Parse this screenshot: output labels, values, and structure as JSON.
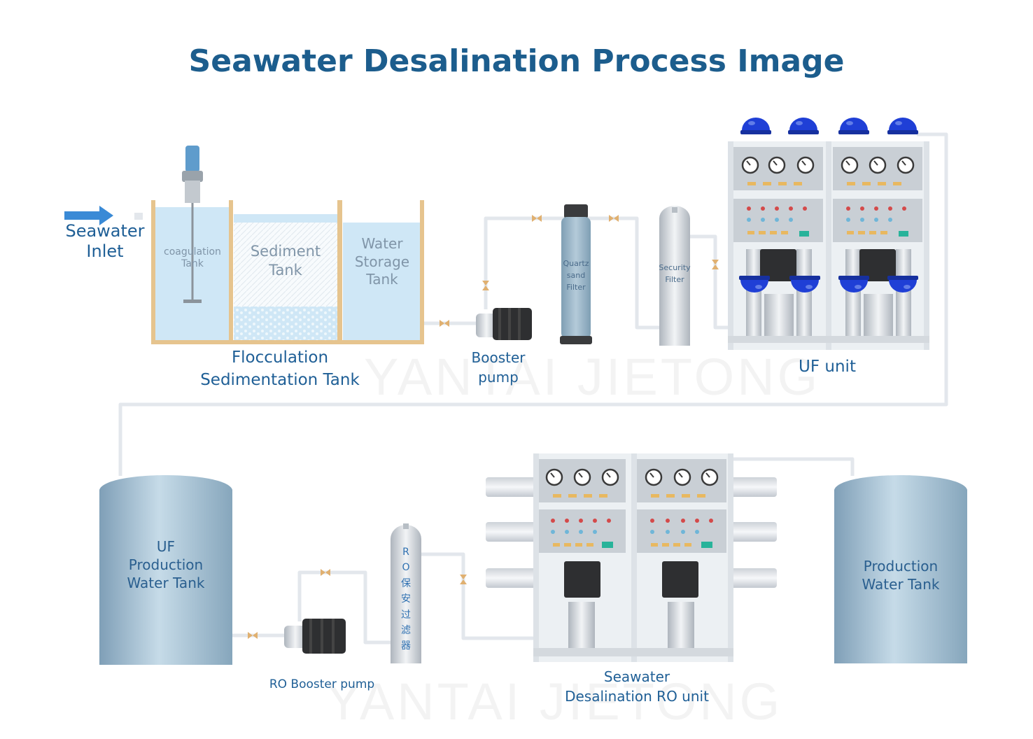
{
  "title": "Seawater Desalination Process Image",
  "watermark": "YANTAI JIETONG",
  "colors": {
    "title": "#1c5d8d",
    "label": "#1f5f96",
    "pipe": "#e3e7ec",
    "flow_arrow": "#3a8ad6",
    "water": "#cfe7f6",
    "tank_rim": "#e6c48e",
    "cap_blue": "#1f3fd6"
  },
  "inlet": {
    "lines": [
      "Seawater",
      "Inlet"
    ],
    "icon": "right-arrow-icon"
  },
  "tanks": {
    "coagulation": {
      "lines": [
        "coagulation",
        "Tank"
      ]
    },
    "sediment": {
      "lines": [
        "Sediment",
        "Tank"
      ]
    },
    "storage": {
      "lines": [
        "Water",
        "Storage",
        "Tank"
      ]
    },
    "group_label": {
      "lines": [
        "Flocculation",
        "Sedimentation Tank"
      ]
    }
  },
  "booster_pump": {
    "lines": [
      "Booster",
      "pump"
    ]
  },
  "quartz_filter": {
    "lines": [
      "Quartz",
      "sand",
      "Filter"
    ]
  },
  "security_filter": {
    "lines": [
      "Security",
      "Filter"
    ]
  },
  "uf_unit": {
    "label": "UF unit"
  },
  "uf_water_tank": {
    "lines": [
      "UF",
      "Production",
      "Water Tank"
    ]
  },
  "ro_booster_pump": {
    "label": "RO Booster pump"
  },
  "ro_security_filter": {
    "chars": [
      "R",
      "O",
      "保",
      "安",
      "过",
      "滤",
      "器"
    ]
  },
  "ro_unit": {
    "lines": [
      "Seawater",
      "Desalination RO unit"
    ]
  },
  "production_tank": {
    "lines": [
      "Production",
      "Water Tank"
    ]
  }
}
